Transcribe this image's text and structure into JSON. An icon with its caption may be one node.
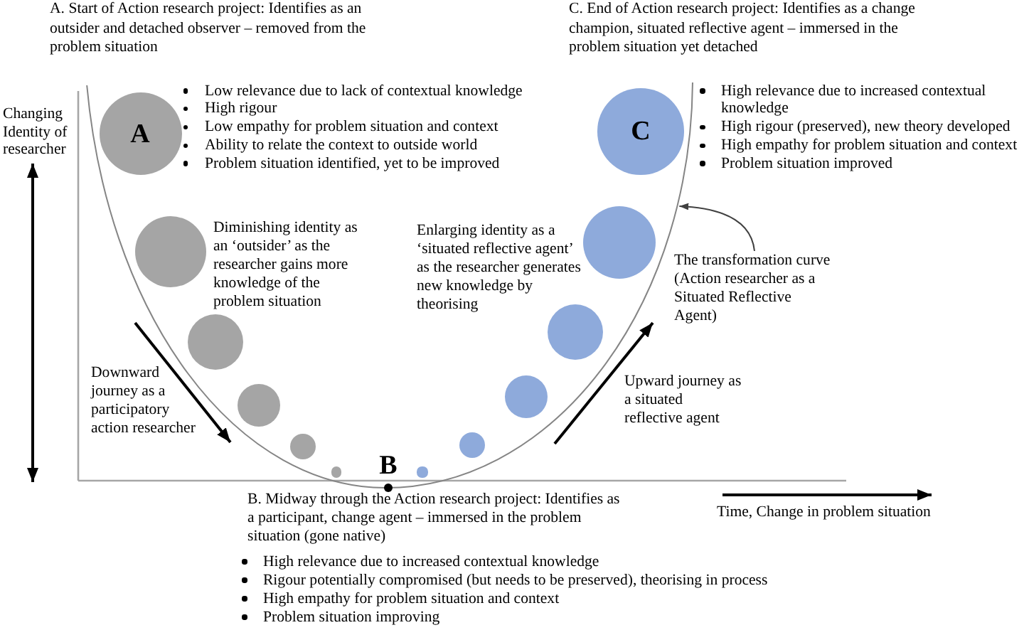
{
  "diagram": {
    "nodes": [
      {
        "text": [],
        "shape": "curve"
      },
      {
        "text": [
          "A"
        ],
        "in": 0,
        "beside": [
          "A. Start of Action research project: Identifies as an outsider and detached observer – removed from the problem situation",
          "Low relevance due to lack of contextual knowledge",
          "High rigour",
          "Low empathy for problem situation and context",
          "Ability to relate the context to outside world",
          "Problem situation identified, yet to be improved"
        ]
      },
      {
        "text": [],
        "shape": "circle",
        "in": 0,
        "beside": [
          "Diminishing identity as an ‘outsider’ as the researcher gains more knowledge of the problem situation"
        ]
      },
      {
        "text": [],
        "shape": "circle",
        "in": 0
      },
      {
        "text": [],
        "shape": "circle",
        "in": 0
      },
      {
        "text": [],
        "shape": "circle",
        "in": 0
      },
      {
        "text": [],
        "shape": "circle",
        "in": 0
      },
      {
        "text": [
          "B"
        ],
        "beside": [
          "B. Midway through the Action research project: Identifies as a participant, change agent – immersed in the problem situation (gone native)",
          "High relevance due to increased contextual knowledge",
          "Rigour potentially compromised (but needs to be preserved), theorising in process",
          "High empathy for problem situation and context",
          "Problem situation improving"
        ]
      },
      {
        "text": [],
        "shape": "circle",
        "in": 0
      },
      {
        "text": [],
        "shape": "circle",
        "in": 0
      },
      {
        "text": [],
        "shape": "circle",
        "in": 0
      },
      {
        "text": [],
        "shape": "circle",
        "in": 0
      },
      {
        "text": [],
        "shape": "circle",
        "in": 0,
        "beside": [
          "Enlarging identity as a ‘situated reflective agent’ as the researcher generates new knowledge by theorising"
        ]
      },
      {
        "text": [
          "C"
        ],
        "in": 0,
        "beside": [
          "C. End of Action research project: Identifies as a change champion, situated reflective agent – immersed in the problem situation yet detached",
          "High relevance due to increased contextual knowledge",
          "High rigour (preserved), new theory developed",
          "High empathy for problem situation and context",
          "Problem situation improved"
        ]
      },
      {
        "text": [
          "The transformation curve (Action researcher as a Situated Reflective Agent)"
        ]
      }
    ],
    "edges": [
      {
        "from": 14,
        "to": 0,
        "arrow": "to"
      }
    ],
    "labels": [
      "Changing Identity of researcher",
      "Downward journey as a participatory action researcher",
      "Upward journey as a situated reflective agent",
      "Time, Change in problem situation"
    ]
  }
}
